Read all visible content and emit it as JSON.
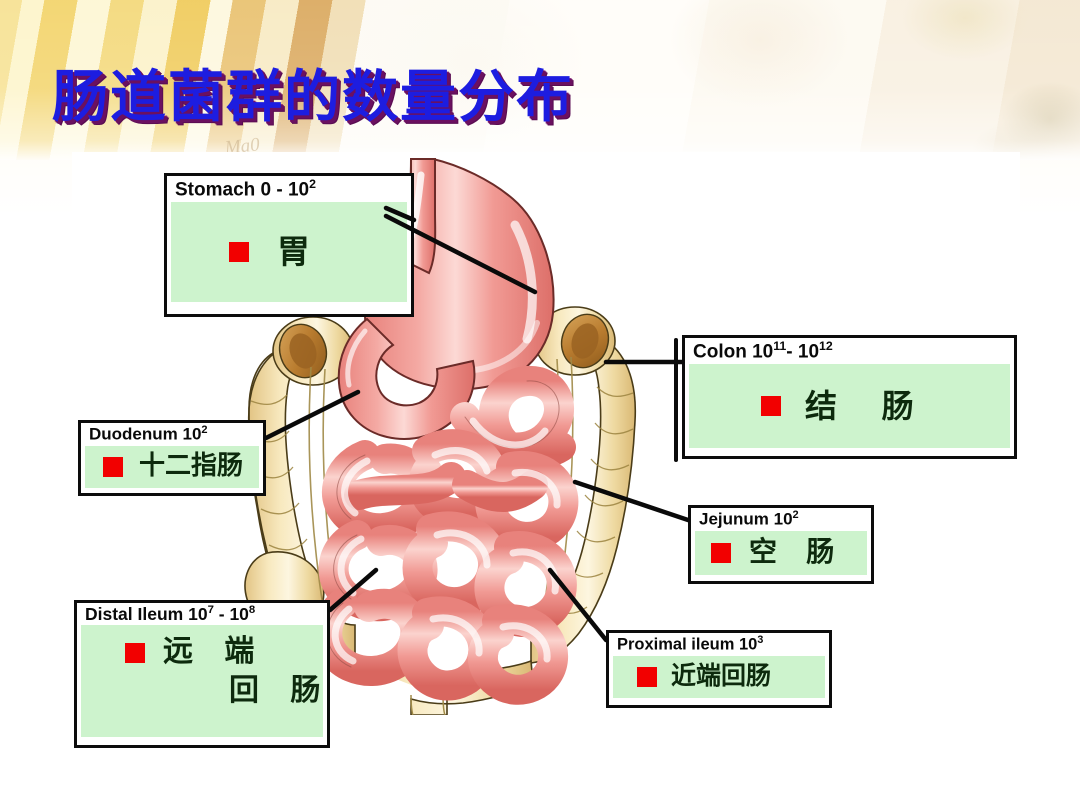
{
  "slide": {
    "title": "肠道菌群的数量分布",
    "title_color": "#1d1de0",
    "title_shadow_color": "#6b1060",
    "background_scribble": "Ma0"
  },
  "palette": {
    "marker_red": "#f20000",
    "green_panel": "#cdf3cd",
    "box_border": "#0c0c0c",
    "intestine_pink": "#f2948f",
    "colon_cream": "#f5dfa8",
    "leader_line": "#0a0a0a"
  },
  "diagram": {
    "name": "gastrointestinal-tract",
    "organs": [
      {
        "id": "stomach",
        "label_cn": "胃",
        "color": "#f2948f"
      },
      {
        "id": "duodenum",
        "label_cn": "十二指肠",
        "color": "#f2948f"
      },
      {
        "id": "jejunum",
        "label_cn": "空肠",
        "color": "#f2948f"
      },
      {
        "id": "ileum",
        "label_cn": "回肠",
        "color": "#f2948f"
      },
      {
        "id": "colon",
        "label_cn": "结肠",
        "color": "#f5dfa8"
      }
    ]
  },
  "callouts": [
    {
      "id": "stomach",
      "english": "Stomach 0 - 10",
      "exponent": "2",
      "chinese": "胃",
      "chinese_lines": [
        "胃"
      ],
      "marker": "red-square"
    },
    {
      "id": "colon",
      "english": "Colon 10",
      "exponent": "11",
      "english_tail": "- 10",
      "exponent2": "12",
      "chinese": "结    肠",
      "chinese_lines": [
        "结    肠"
      ],
      "marker": "red-square"
    },
    {
      "id": "duodenum",
      "english": "Duodenum 10",
      "exponent": "2",
      "chinese": "十二指肠",
      "chinese_lines": [
        "十二指肠"
      ],
      "marker": "red-square"
    },
    {
      "id": "jejunum",
      "english": "Jejunum 10",
      "exponent": "2",
      "chinese": "空   肠",
      "chinese_lines": [
        "空   肠"
      ],
      "marker": "red-square"
    },
    {
      "id": "distal-ileum",
      "english": "Distal Ileum 10",
      "exponent": "7",
      "english_tail": " - 10",
      "exponent2": "8",
      "chinese": "远   端  回   肠",
      "chinese_lines": [
        "远   端",
        "回   肠"
      ],
      "marker": "red-square"
    },
    {
      "id": "proximal-ileum",
      "english": "Proximal ileum 10",
      "exponent": "3",
      "chinese": "近端回肠",
      "chinese_lines": [
        "近端回肠"
      ],
      "marker": "red-square"
    }
  ]
}
